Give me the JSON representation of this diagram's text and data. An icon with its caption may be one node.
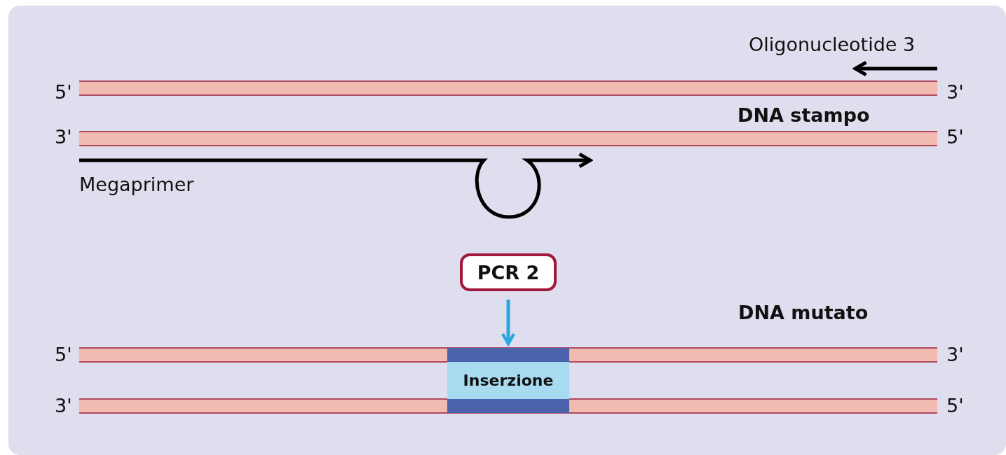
{
  "diagram": {
    "nodes": [
      {
        "text": [
          "PCR 2"
        ]
      },
      {
        "text": [
          "Inserzione"
        ]
      }
    ],
    "edges": [
      {
        "from": 0,
        "to": 1,
        "arrow": "to",
        "color": "#29a8e0"
      }
    ],
    "labels": [
      "Oligonucleotide 3",
      "5'",
      "3'",
      "DNA stampo",
      "3'",
      "5'",
      "Megaprimer",
      "DNA mutato",
      "5'",
      "3'",
      "3'",
      "5'"
    ]
  }
}
